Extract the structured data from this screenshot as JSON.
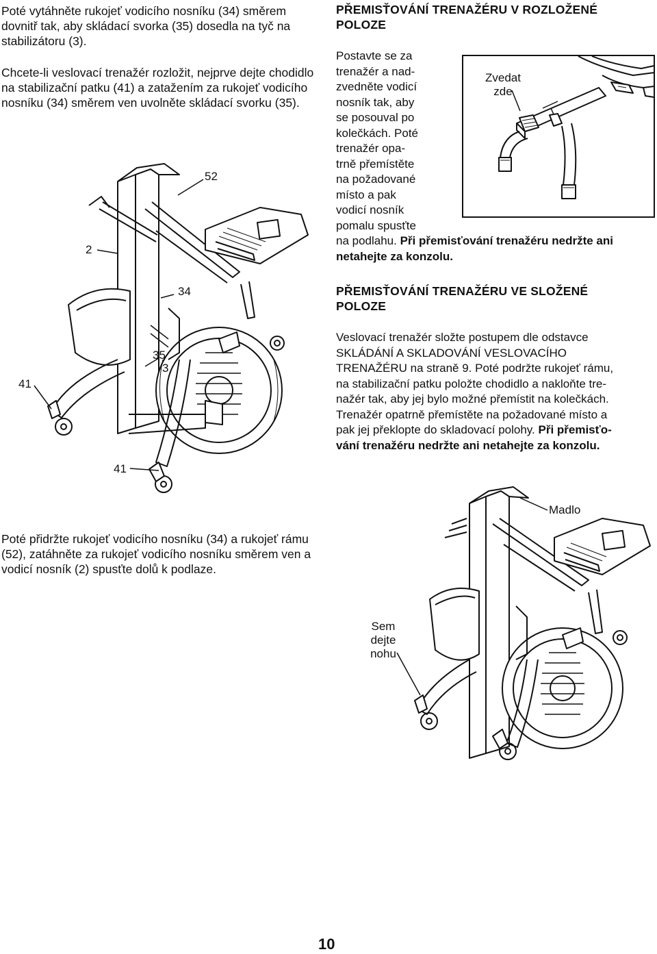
{
  "left_col": {
    "para1": "Poté vytáhněte rukojeť vodicího nosníku (34) směrem dovnitř tak, aby skládací svorka (35) dosedla na tyč na stabilizátoru (3).",
    "para2": "Chcete-li veslovací trenažér rozložit, nejprve dejte chodidlo na stabilizační patku (41) a zatažením za rukojeť vodicího nosníku (34) směrem ven uvolněte skládací svorku (35).",
    "para3": "Poté přidržte rukojeť vodicího nosníku (34) a rukojeť rámu (52), zatáhněte za rukojeť vodicího nosníku směrem ven a vodicí nosník (2) spusťte dolů k podlaze."
  },
  "figure1_callouts": {
    "c2": "2",
    "c52": "52",
    "c34": "34",
    "c35": "35",
    "c3": "3",
    "c41a": "41",
    "c41b": "41"
  },
  "section1": {
    "heading_line1": "PŘEMISŤOVÁNÍ TRENAŽÉRU V ROZLOŽENÉ",
    "heading_line2": "POLOZE",
    "narrow_lines": [
      "Postavte se za",
      "trenažér a nad-",
      "zvedněte vodicí",
      "nosník tak, aby",
      "se posouval po",
      "kolečkách. Poté",
      "trenažér opa-",
      "trně přemístěte",
      "na požadované",
      "místo a pak",
      "vodicí nosník",
      "pomalu spusťte"
    ],
    "last_line_plain": "na podlahu. ",
    "last_line_bold": "Při přemisťování trenažéru nedržte ani",
    "final_bold": "netahejte za konzolu.",
    "inset_label_line1": "Zvedat",
    "inset_label_line2": "zde"
  },
  "section2": {
    "heading_line1": "PŘEMISŤOVÁNÍ TRENAŽÉRU VE SLOŽENÉ",
    "heading_line2": "POLOZE",
    "lines": [
      "Veslovací trenažér složte postupem dle odstavce",
      "SKLÁDÁNÍ A SKLADOVÁNÍ VESLOVACÍHO",
      "TRENAŽÉRU na straně 9. Poté podržte rukojeť rámu,",
      "na stabilizační patku položte chodidlo a nakloňte tre-",
      "nažér tak, aby jej bylo možné přemístit na kolečkách.",
      "Trenažér opatrně přemístěte na požadované místo a"
    ],
    "line7_plain": "pak jej překlopte do skladovací polohy. ",
    "line7_bold": "Při přemisťo-",
    "line8_bold": "vání trenažéru nedržte ani netahejte za konzolu.",
    "figure_label_handle": "Madlo",
    "figure_label_foot_1": "Sem",
    "figure_label_foot_2": "dejte",
    "figure_label_foot_3": "nohu"
  },
  "page_number": "10"
}
